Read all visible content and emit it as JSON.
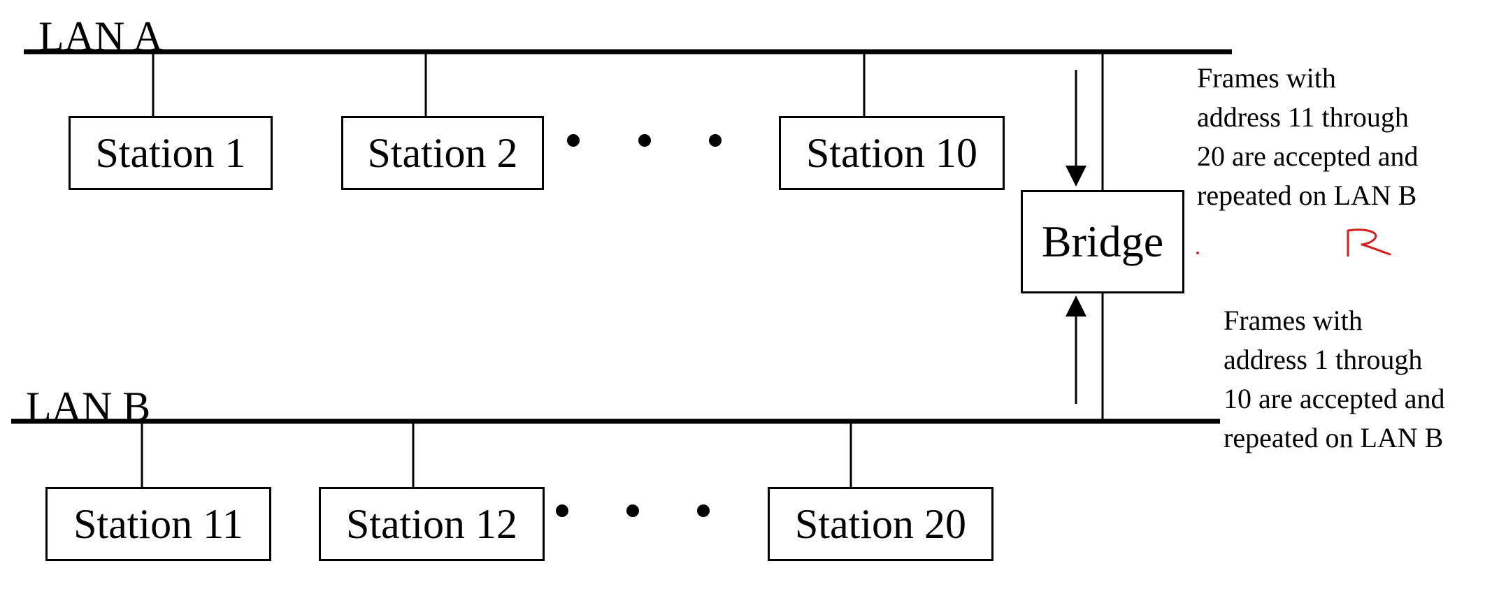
{
  "lan_a": {
    "label": "LAN A"
  },
  "lan_b": {
    "label": "LAN B"
  },
  "lan_a_stations": [
    "Station 1",
    "Station 2",
    "Station 10"
  ],
  "lan_b_stations": [
    "Station 11",
    "Station 12",
    "Station 20"
  ],
  "bridge": {
    "label": "Bridge"
  },
  "note_a_to_b": {
    "lines": [
      "Frames with",
      "address 11 through",
      "20 are accepted and",
      "repeated on LAN B"
    ]
  },
  "note_b_to_a": {
    "lines": [
      "Frames with",
      "address 1 through",
      "10 are accepted and",
      "repeated on LAN B"
    ]
  },
  "annotation": {
    "handwritten": "R",
    "color": "#d62020"
  }
}
